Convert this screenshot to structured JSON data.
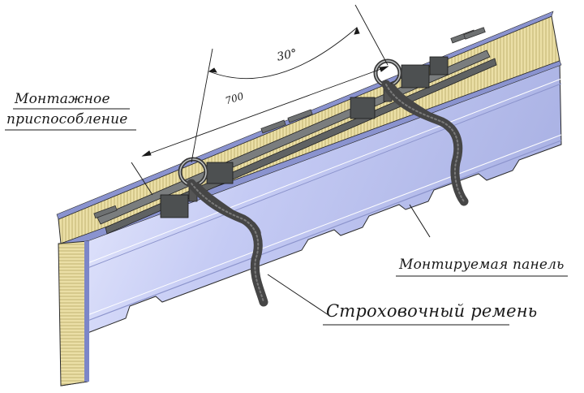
{
  "labels": {
    "mounting_device_line1": "Монтажное",
    "mounting_device_line2": "приспособление",
    "mounted_panel": "Монтируемая панель",
    "safety_belt": "Строховочный ремень"
  },
  "dimensions": {
    "length": "700",
    "angle": "30°"
  },
  "colors": {
    "panel_face": "#c9cdf2",
    "panel_edge": "#7c86c8",
    "insulation": "#e8dca0",
    "metal": "#6f7273",
    "strap": "#4a4a4a",
    "line": "#1a1a1a"
  }
}
